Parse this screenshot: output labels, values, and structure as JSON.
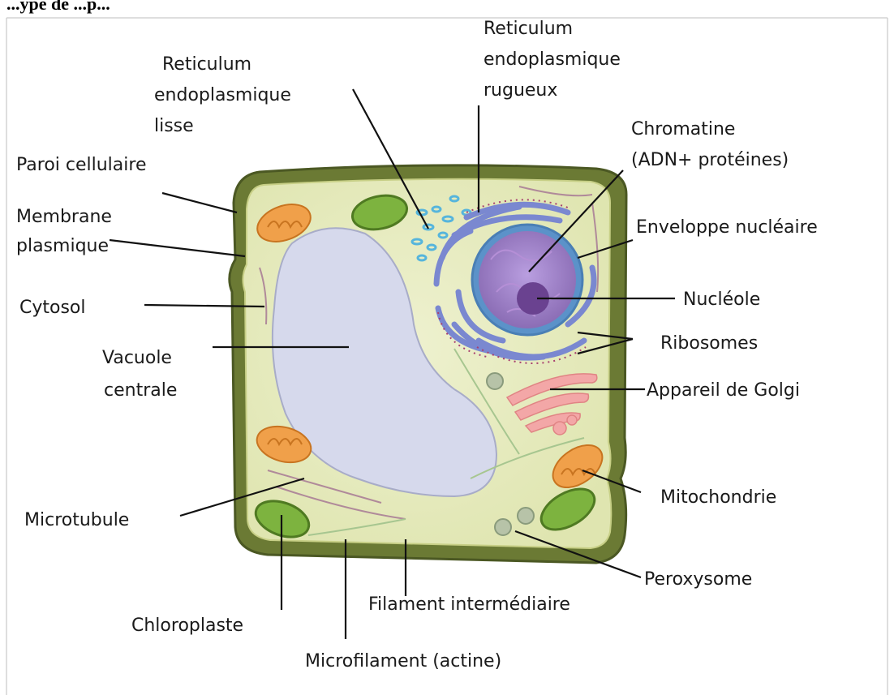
{
  "heading": "...ype de ...p...",
  "labels": {
    "rel": [
      "Reticulum",
      "endoplasmique",
      "lisse"
    ],
    "rer": [
      "Reticulum",
      "endoplasmique",
      "rugueux"
    ],
    "paroi": [
      "Paroi cellulaire"
    ],
    "membrane": [
      "Membrane",
      "plasmique"
    ],
    "cytosol": [
      "Cytosol"
    ],
    "vacuole": [
      "Vacuole",
      "centrale"
    ],
    "microtubule": [
      "Microtubule"
    ],
    "chloroplaste": [
      "Chloroplaste"
    ],
    "microfilament": [
      "Microfilament (actine)"
    ],
    "filament": [
      "Filament intermédiaire"
    ],
    "peroxysome": [
      "Peroxysome"
    ],
    "mitochondrie": [
      "Mitochondrie"
    ],
    "golgi": [
      "Appareil de Golgi"
    ],
    "ribosomes": [
      "Ribosomes"
    ],
    "nucleole": [
      "Nucléole"
    ],
    "enveloppe": [
      "Enveloppe nucléaire"
    ],
    "chromatine": [
      "Chromatine",
      "(ADN+ protéines)"
    ]
  },
  "colors": {
    "cell_wall": "#6b7a34",
    "cytosol": "#e8ecc0",
    "vacuole": "#d6d9ec",
    "nucleus": "#9a7cc0",
    "nucleolus": "#6a4290",
    "rough_er": "#7a88d0",
    "smooth_er": "#56b5dc",
    "golgi": "#f3a7a7",
    "mitochondria": "#f0a04a",
    "chloroplast": "#7db33f",
    "peroxisome": "#b7c3a8"
  }
}
